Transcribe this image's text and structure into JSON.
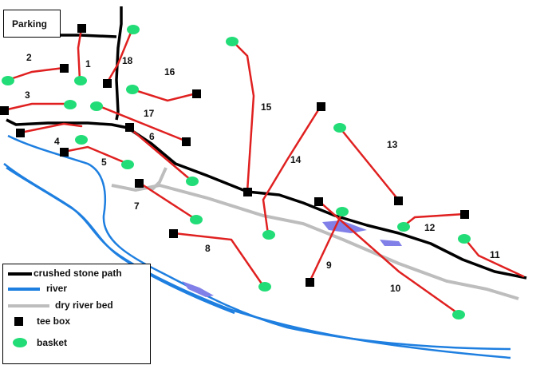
{
  "parking": {
    "label": "Parking"
  },
  "holes": [
    {
      "num": "1"
    },
    {
      "num": "2"
    },
    {
      "num": "3"
    },
    {
      "num": "4"
    },
    {
      "num": "5"
    },
    {
      "num": "6"
    },
    {
      "num": "7"
    },
    {
      "num": "8"
    },
    {
      "num": "9"
    },
    {
      "num": "10"
    },
    {
      "num": "11"
    },
    {
      "num": "12"
    },
    {
      "num": "13"
    },
    {
      "num": "14"
    },
    {
      "num": "15"
    },
    {
      "num": "16"
    },
    {
      "num": "17"
    },
    {
      "num": "18"
    }
  ],
  "legend": {
    "items": [
      {
        "label": "crushed stone path",
        "color": "#000000"
      },
      {
        "label": "river",
        "color": "#1e7fe0"
      },
      {
        "label": "dry river bed",
        "color": "#bdbdbd"
      },
      {
        "label": "tee box",
        "color": "#000000"
      },
      {
        "label": "basket",
        "color": "#22dd77"
      }
    ]
  },
  "colors": {
    "fairway": "#e02020",
    "tee": "#000000",
    "basket": "#22dd77",
    "pond": "#8080e8"
  }
}
